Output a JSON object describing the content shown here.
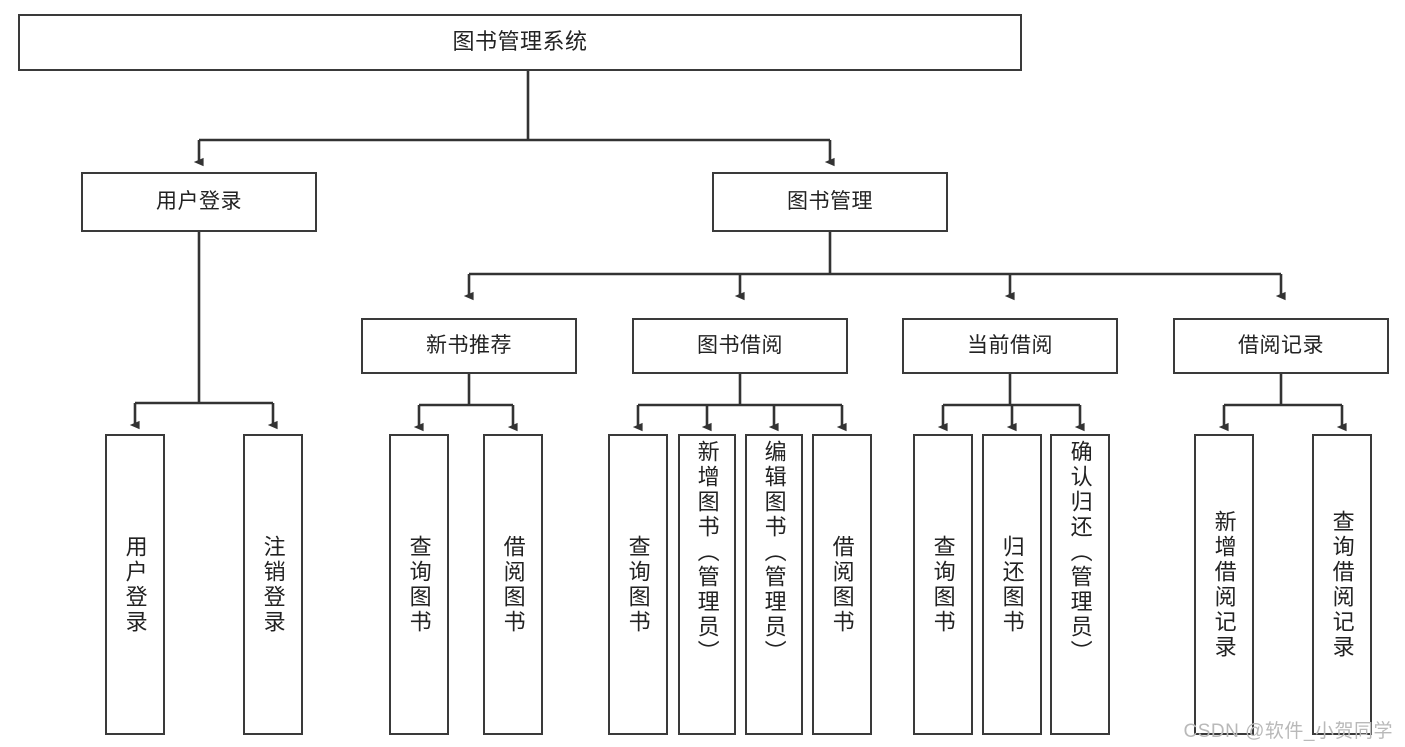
{
  "diagram": {
    "title": "图书管理系统",
    "type": "tree",
    "watermark": "CSDN @软件_小贺同学",
    "colors": {
      "box_border": "#3a3a3a",
      "box_fill": "#ffffff",
      "connector": "#333333",
      "text": "#222222",
      "watermark": "#b9b9b9"
    },
    "root": {
      "id": "root",
      "label": "图书管理系统",
      "orientation": "horizontal"
    },
    "level2": [
      {
        "id": "user-login",
        "label": "用户登录",
        "orientation": "horizontal"
      },
      {
        "id": "book-manage",
        "label": "图书管理",
        "orientation": "horizontal"
      }
    ],
    "level3": [
      {
        "id": "new-book-recommend",
        "label": "新书推荐",
        "orientation": "horizontal",
        "parent": "book-manage"
      },
      {
        "id": "book-borrow",
        "label": "图书借阅",
        "orientation": "horizontal",
        "parent": "book-manage"
      },
      {
        "id": "current-borrow",
        "label": "当前借阅",
        "orientation": "horizontal",
        "parent": "book-manage"
      },
      {
        "id": "borrow-record",
        "label": "借阅记录",
        "orientation": "horizontal",
        "parent": "book-manage"
      }
    ],
    "leaves": [
      {
        "id": "leaf-user-login",
        "label": "用户登录",
        "parent": "user-login"
      },
      {
        "id": "leaf-logout",
        "label": "注销登录",
        "parent": "user-login"
      },
      {
        "id": "leaf-query-book-1",
        "label": "查询图书",
        "parent": "new-book-recommend"
      },
      {
        "id": "leaf-borrow-book-1",
        "label": "借阅图书",
        "parent": "new-book-recommend"
      },
      {
        "id": "leaf-query-book-2",
        "label": "查询图书",
        "parent": "book-borrow"
      },
      {
        "id": "leaf-add-book",
        "label": "新增图书（管理员）",
        "parent": "book-borrow"
      },
      {
        "id": "leaf-edit-book",
        "label": "编辑图书（管理员）",
        "parent": "book-borrow"
      },
      {
        "id": "leaf-borrow-book-2",
        "label": "借阅图书",
        "parent": "book-borrow"
      },
      {
        "id": "leaf-query-book-3",
        "label": "查询图书",
        "parent": "current-borrow"
      },
      {
        "id": "leaf-return-book",
        "label": "归还图书",
        "parent": "current-borrow"
      },
      {
        "id": "leaf-confirm-return",
        "label": "确认归还（管理员）",
        "parent": "current-borrow"
      },
      {
        "id": "leaf-add-record",
        "label": "新增借阅记录",
        "parent": "borrow-record"
      },
      {
        "id": "leaf-query-record",
        "label": "查询借阅记录",
        "parent": "borrow-record"
      }
    ]
  }
}
